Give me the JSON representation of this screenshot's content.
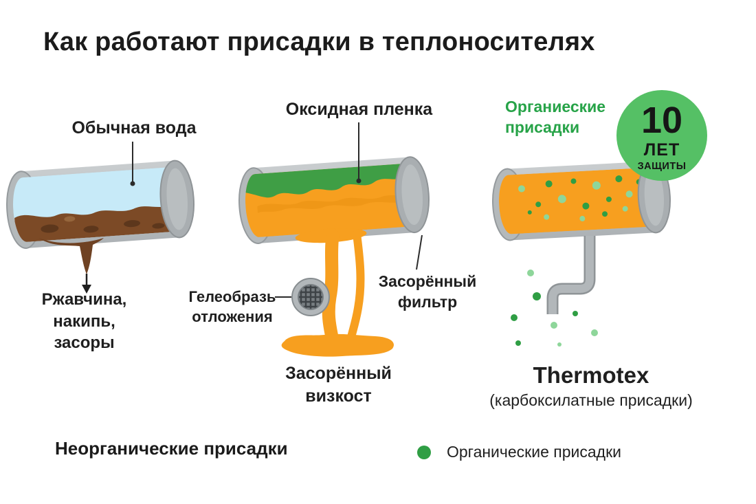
{
  "title": "Как работают присадки в теплоносителях",
  "pipe1": {
    "label": "Обычная вода",
    "caption": "Ржавчина,\nнакипь,\nзасоры"
  },
  "pipe2": {
    "label": "Оксидная пленка",
    "gel_label": "Гелеобразь\nотложения",
    "filter_label": "Засорённый\nфильтр",
    "caption": "Засорённый\nвизкост"
  },
  "pipe3": {
    "label": "Органиеские\nприсадки",
    "badge_value": "10",
    "badge_unit": "ЛЕТ",
    "badge_caption": "ЗАЩИТЫ",
    "brand": "Thermotex",
    "brand_caption": "(карбоксилатные присадки)"
  },
  "legend": {
    "inorganic": "Неорганические присадки",
    "organic": "Органические присадки"
  },
  "colors": {
    "accent_green": "#27a348",
    "badge_green": "#55c065",
    "dot_green_dark": "#2f9e44",
    "dot_green_light": "#8ed69a",
    "pipe_gray": "#bdc1c3",
    "water_blue": "#c7eaf8",
    "rust_brown": "#7c4a26",
    "oxide_green": "#3f9e45",
    "coolant_orange": "#f79f1f",
    "text_dark": "#1f1f1f"
  }
}
